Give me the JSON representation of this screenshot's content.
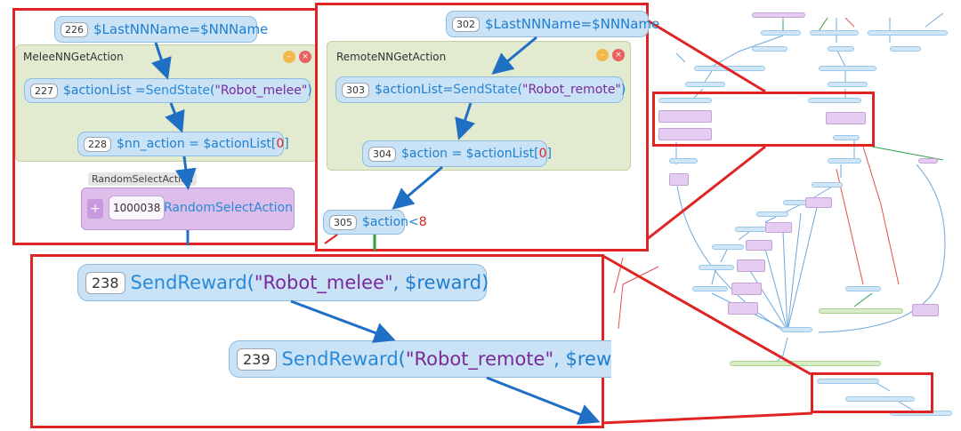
{
  "melee": {
    "group_title": "MeleeNNGetAction",
    "n226": {
      "num": "226",
      "text": "$LastNNName=$NNName"
    },
    "n227": {
      "num": "227",
      "pre": "$actionList = ",
      "fn": "SendState",
      "open": "(",
      "str": "\"Robot_melee\"",
      "close": ")"
    },
    "n228": {
      "num": "228",
      "pre": "$nn_action = $actionList[",
      "idx": "0",
      "close": "]"
    },
    "random_title": "RandomSelectAction",
    "random_plus": "+",
    "random_num": "1000038",
    "random_label": "RandomSelectAction"
  },
  "remote": {
    "group_title": "RemoteNNGetAction",
    "n302": {
      "num": "302",
      "text": "$LastNNName=$NNName"
    },
    "n303": {
      "num": "303",
      "pre": "$actionList=",
      "fn": "SendState",
      "open": "(",
      "str": "\"Robot_remote\"",
      "close": ")"
    },
    "n304": {
      "num": "304",
      "pre": "$action = $actionList[",
      "idx": "0",
      "close": "]"
    },
    "n305": {
      "num": "305",
      "pre": "$action<",
      "val": "8"
    }
  },
  "reward": {
    "n238": {
      "num": "238",
      "fn": "SendReward",
      "open": "(",
      "str": "\"Robot_melee\"",
      "rest": ", $reward)"
    },
    "n239": {
      "num": "239",
      "fn": "SendReward",
      "open": "(",
      "str": "\"Robot_remote\"",
      "rest": ", $rew"
    }
  },
  "colors": {
    "frame": "#e02424",
    "node_fill": "#c9e2f5",
    "group_fill": "#e2ead0",
    "purple_fill": "#ddbde9",
    "arrow": "#1f6fc4"
  }
}
